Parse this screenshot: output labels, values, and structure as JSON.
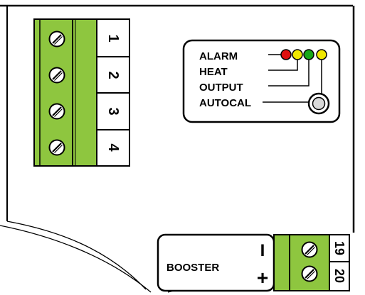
{
  "terminal_block_left": {
    "terminals": [
      {
        "number": "1"
      },
      {
        "number": "2"
      },
      {
        "number": "3"
      },
      {
        "number": "4"
      }
    ]
  },
  "indicator_panel": {
    "labels": {
      "alarm": "ALARM",
      "heat": "HEAT",
      "output": "OUTPUT",
      "autocal": "AUTOCAL"
    },
    "leds": [
      {
        "name": "alarm",
        "color": "#e01010"
      },
      {
        "name": "heat",
        "color": "#f0e800"
      },
      {
        "name": "output",
        "color": "#18a818"
      },
      {
        "name": "autocal",
        "color": "#f0e800"
      }
    ]
  },
  "booster": {
    "label": "BOOSTER",
    "minus": "I",
    "plus": "+",
    "terminals": [
      {
        "number": "19"
      },
      {
        "number": "20"
      }
    ]
  },
  "colors": {
    "terminal_green": "#8ec63f",
    "outline": "#000000"
  }
}
